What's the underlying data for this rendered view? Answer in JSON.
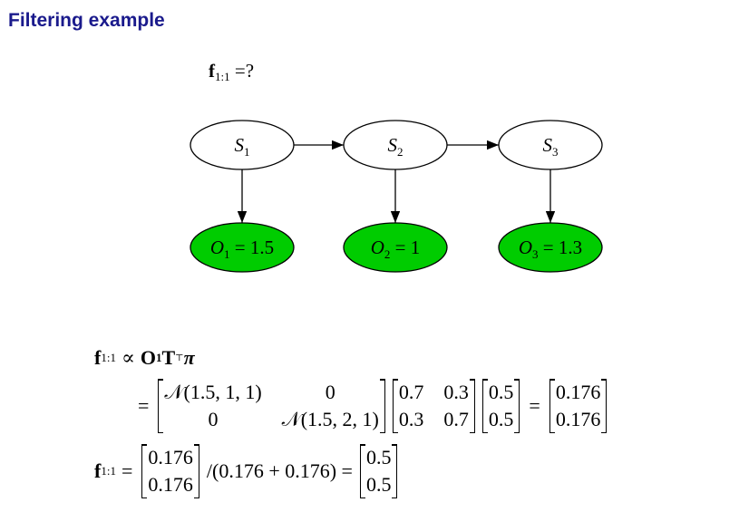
{
  "title": "Filtering example",
  "query": {
    "lhs": "f",
    "sub": "1:1",
    "rhs": "=?"
  },
  "diagram": {
    "states": [
      {
        "label": "S",
        "sub": "1"
      },
      {
        "label": "S",
        "sub": "2"
      },
      {
        "label": "S",
        "sub": "3"
      }
    ],
    "observations": [
      {
        "label": "O",
        "sub": "1",
        "value": "= 1.5"
      },
      {
        "label": "O",
        "sub": "2",
        "value": "= 1"
      },
      {
        "label": "O",
        "sub": "3",
        "value": "= 1.3"
      }
    ],
    "obs_color": "#00cc00"
  },
  "equations": {
    "line1": {
      "lhs": "f",
      "sub": "1:1",
      "prop": "∝",
      "O": "O",
      "Osub": "1",
      "T": "T",
      "Tsup": "⊤",
      "pi": "π"
    },
    "line2": {
      "eq": "=",
      "O_matrix": [
        [
          "𝒩(1.5, 1, 1)",
          "0"
        ],
        [
          "0",
          "𝒩(1.5, 2, 1)"
        ]
      ],
      "T_matrix": [
        [
          "0.7",
          "0.3"
        ],
        [
          "0.3",
          "0.7"
        ]
      ],
      "pi": [
        "0.5",
        "0.5"
      ],
      "eq2": "=",
      "result": [
        "0.176",
        "0.176"
      ]
    },
    "line3": {
      "lhs": "f",
      "sub": "1:1",
      "eq": "=",
      "vec": [
        "0.176",
        "0.176"
      ],
      "norm": "/(0.176 + 0.176) =",
      "result": [
        "0.5",
        "0.5"
      ]
    }
  }
}
